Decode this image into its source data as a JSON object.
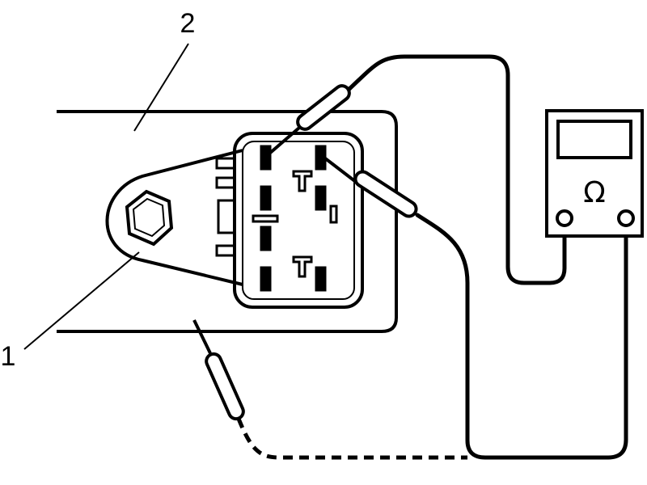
{
  "callouts": {
    "part_1": "1",
    "part_2": "2"
  },
  "meter": {
    "symbol": "Ω",
    "icon": "ohmmeter-icon"
  },
  "colors": {
    "line": "#000000",
    "background": "#ffffff"
  }
}
